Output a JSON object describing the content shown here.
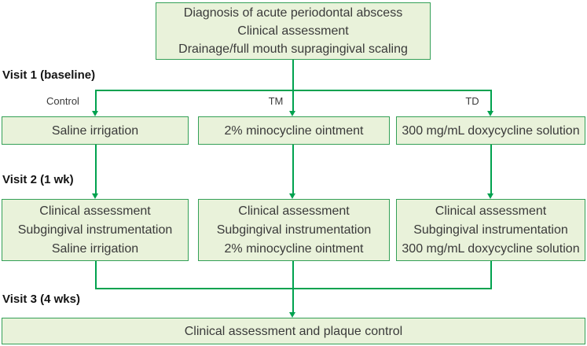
{
  "title_box": {
    "lines": [
      "Diagnosis of acute periodontal abscess",
      "Clinical assessment",
      "Drainage/full mouth supragingival scaling"
    ]
  },
  "stages": {
    "visit1_label": "Visit 1 (baseline)",
    "visit2_label": "Visit 2 (1 wk)",
    "visit3_label": "Visit 3 (4 wks)"
  },
  "arms": [
    {
      "name": "Control",
      "visit1": "Saline irrigation",
      "visit2_lines": [
        "Clinical assessment",
        "Subgingival instrumentation",
        "Saline irrigation"
      ]
    },
    {
      "name": "TM",
      "visit1": "2% minocycline ointment",
      "visit2_lines": [
        "Clinical assessment",
        "Subgingival instrumentation",
        "2% minocycline ointment"
      ]
    },
    {
      "name": "TD",
      "visit1": "300 mg/mL doxycycline solution",
      "visit2_lines": [
        "Clinical assessment",
        "Subgingival instrumentation",
        "300 mg/mL doxycycline solution"
      ]
    }
  ],
  "final_box": "Clinical assessment and plaque control",
  "colors": {
    "box_border": "#34a057",
    "box_fill": "#e9f2da",
    "connector_line": "#00a24f",
    "box_text": "#3a3a3a",
    "label_text": "#141414"
  }
}
